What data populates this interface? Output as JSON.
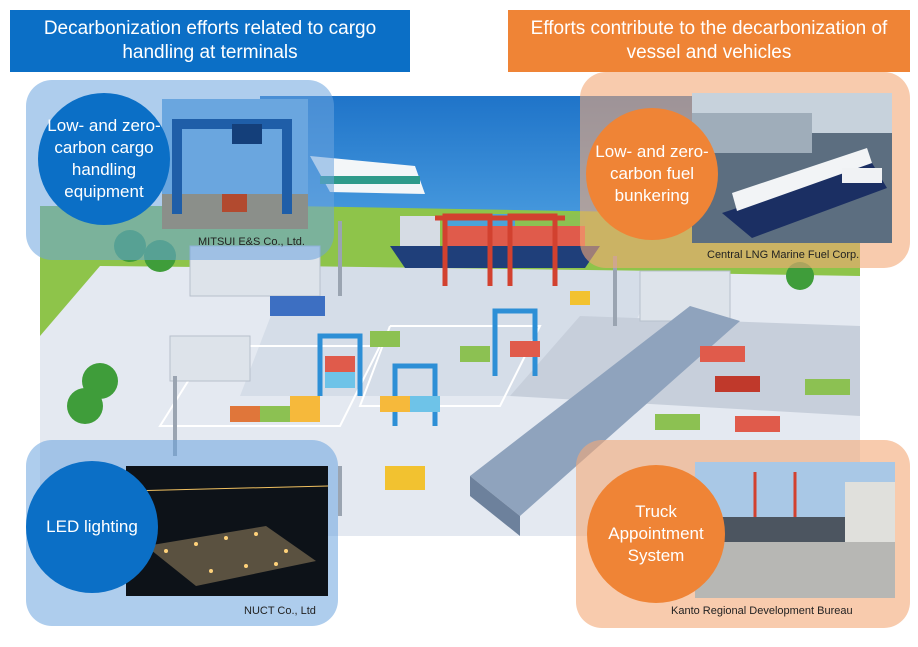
{
  "banners": {
    "left": "Decarbonization efforts related to cargo handling at terminals",
    "right": "Efforts contribute to the decarbonization of vessel and vehicles"
  },
  "callouts": {
    "cargo_equipment": {
      "label": "Low- and zero-carbon cargo handling equipment",
      "credit": "MITSUI E&S Co., Ltd."
    },
    "fuel_bunkering": {
      "label": "Low- and zero-carbon fuel bunkering",
      "credit": "Central LNG Marine Fuel Corp."
    },
    "led_lighting": {
      "label": "LED lighting",
      "credit": "NUCT Co., Ltd"
    },
    "truck_appointment": {
      "label": "Truck Appointment System",
      "credit": "Kanto Regional Development Bureau"
    }
  },
  "colors": {
    "blue": "#0b6fc6",
    "orange": "#ef8436",
    "ground": "#e4e9f1",
    "sea": "#3a8fd8",
    "grass": "#8ec44a"
  }
}
